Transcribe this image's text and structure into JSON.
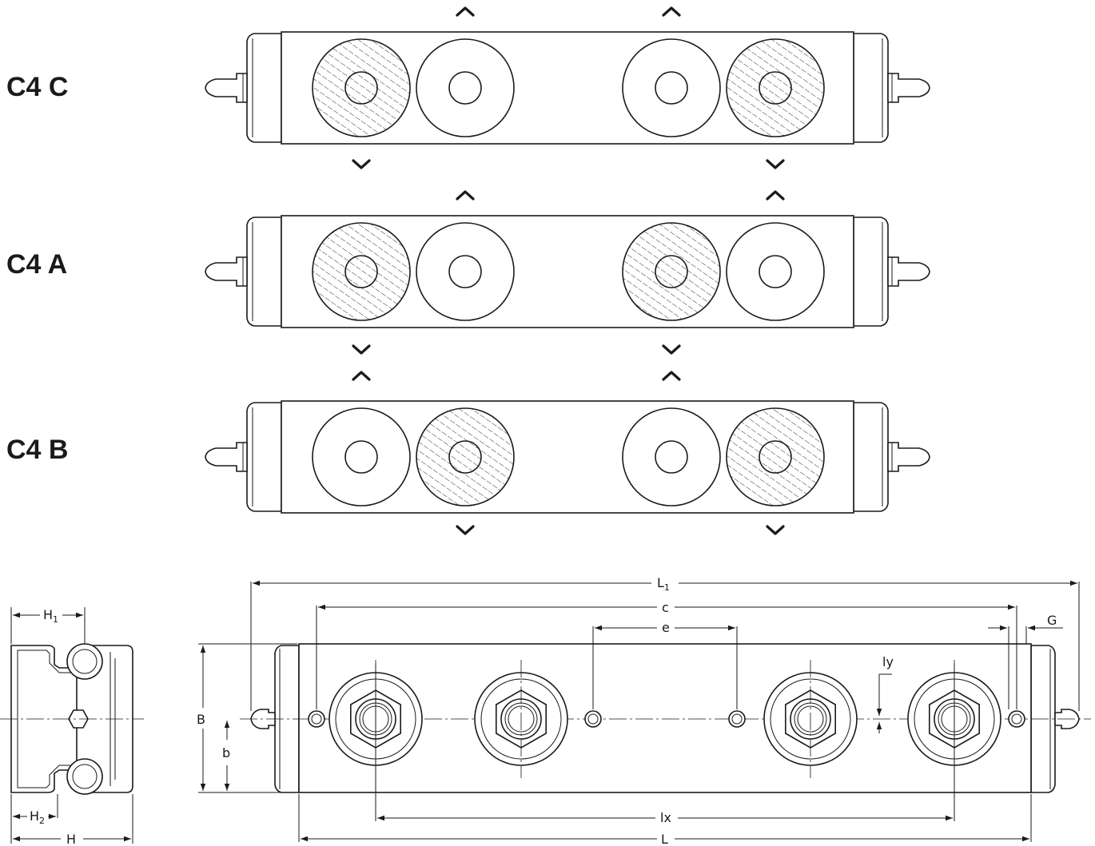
{
  "variants": [
    {
      "label": "C4 C",
      "pattern": [
        "hatched",
        "plain",
        "plain",
        "hatched"
      ]
    },
    {
      "label": "C4 A",
      "pattern": [
        "hatched",
        "plain",
        "hatched",
        "plain"
      ]
    },
    {
      "label": "C4 B",
      "pattern": [
        "plain",
        "hatched",
        "plain",
        "hatched"
      ]
    }
  ],
  "dimensions": {
    "L1": "L",
    "L1_sub": "1",
    "c": "c",
    "e": "e",
    "G": "G",
    "ly": "ly",
    "B": "B",
    "b": "b",
    "lx": "lx",
    "L": "L",
    "H1": "H",
    "H1_sub": "1",
    "H2": "H",
    "H2_sub": "2",
    "H": "H"
  }
}
